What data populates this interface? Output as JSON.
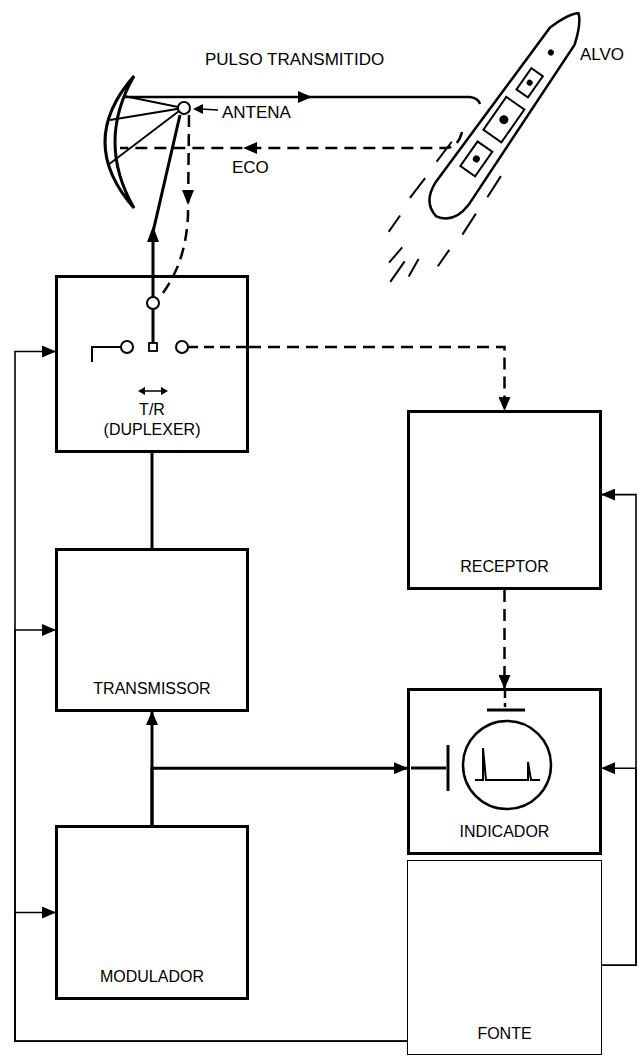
{
  "diagram": {
    "nodes": [
      {
        "text": [
          "T/R",
          "(DUPLEXER)"
        ]
      },
      {
        "text": [
          "RECEPTOR"
        ]
      },
      {
        "text": [
          "TRANSMISSOR"
        ]
      },
      {
        "text": [
          "INDICADOR"
        ]
      },
      {
        "text": [
          "MODULADOR"
        ]
      },
      {
        "text": [
          "FONTE"
        ]
      }
    ],
    "edges": [
      {
        "from": 2,
        "to": 0,
        "arrow": "none"
      },
      {
        "from": 0,
        "to": 1,
        "arrow": "to"
      },
      {
        "from": 1,
        "to": 3,
        "arrow": "to"
      },
      {
        "from": 4,
        "to": 2,
        "arrow": "to"
      },
      {
        "from": 4,
        "to": 3,
        "arrow": "to"
      },
      {
        "from": 5,
        "to": 0,
        "arrow": "to"
      },
      {
        "from": 5,
        "to": 2,
        "arrow": "to"
      },
      {
        "from": 5,
        "to": 4,
        "arrow": "to"
      },
      {
        "from": 5,
        "to": 1,
        "arrow": "to"
      },
      {
        "from": 5,
        "to": 3,
        "arrow": "to"
      }
    ],
    "labels": [
      "PULSO TRANSMITIDO",
      "ALVO",
      "ANTENA",
      "ECO"
    ]
  }
}
